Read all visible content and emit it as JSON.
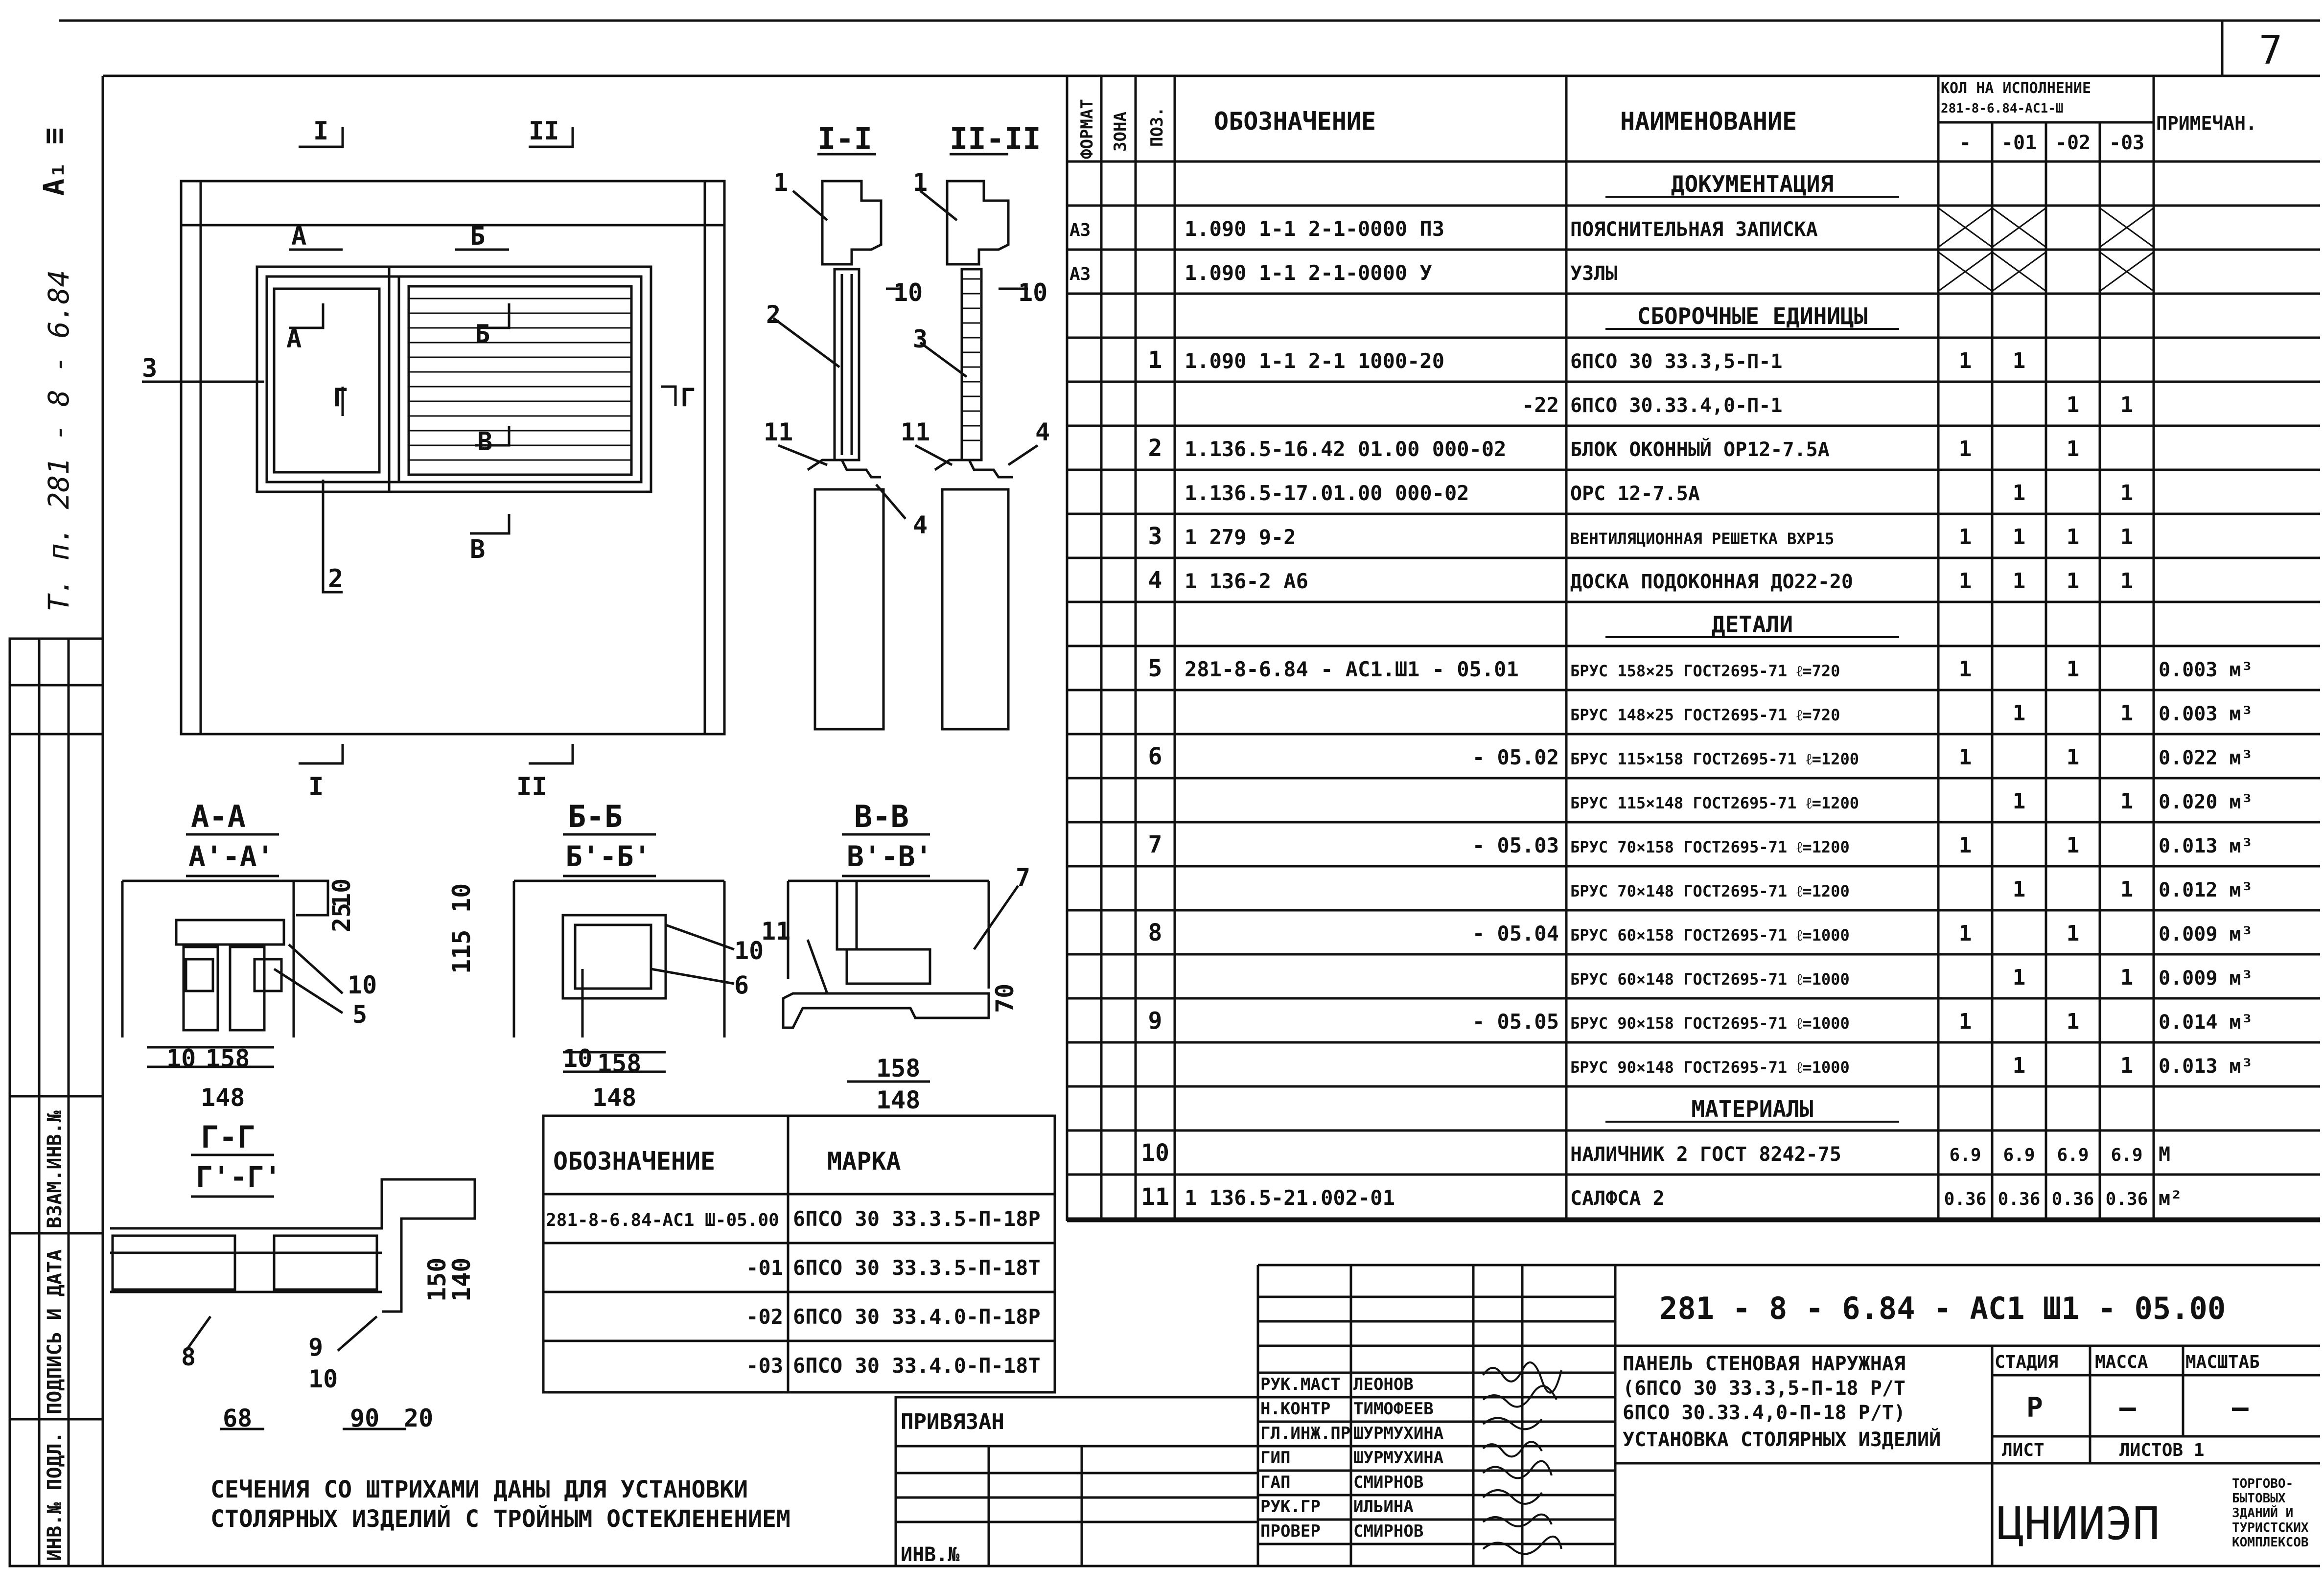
{
  "sheet_number": "7",
  "format_mark": "А₁ ≡",
  "album_code": "Т. п. 281 - 8 - 6.84",
  "drawing": {
    "section_marks": {
      "s1": "I",
      "s2": "II"
    },
    "facade_letters": {
      "a": "А",
      "b": "Б",
      "v": "В",
      "g": "Г"
    },
    "facade_callouts": {
      "c3": "3",
      "c2": "2"
    },
    "section_I_title": "I-I",
    "section_II_title": "II-II",
    "section_callouts": {
      "n1": "1",
      "n2": "2",
      "n3": "3",
      "n4": "4",
      "n10": "10",
      "n11": "11"
    },
    "aa_title": "А-А",
    "aa_sub": "А'-А'",
    "bb_title": "Б-Б",
    "bb_sub": "Б'-Б'",
    "vv_title": "В-В",
    "vv_sub": "В'-В'",
    "gg_title": "Г-Г",
    "gg_sub": "Г'-Г'",
    "dims": {
      "d10": "10",
      "d158": "158",
      "d148": "148",
      "d25": "25",
      "d115": "115",
      "d150": "150",
      "d140": "140",
      "d68": "68",
      "d90": "90",
      "d20": "20",
      "d70": "70"
    },
    "detail_callouts": {
      "n5": "5",
      "n6": "6",
      "n7": "7",
      "n8": "8",
      "n9": "9",
      "n10": "10",
      "n11": "11"
    },
    "note": [
      "СЕЧЕНИЯ СО ШТРИХАМИ ДАНЫ ДЛЯ УСТАНОВКИ",
      "СТОЛЯРНЫХ ИЗДЕЛИЙ С ТРОЙНЫМ ОСТЕКЛЕНЕНИЕМ"
    ]
  },
  "marks_table": {
    "headers": [
      "ОБОЗНАЧЕНИЕ",
      "МАРКА"
    ],
    "rows": [
      [
        "281-8-6.84-АС1 Ш-05.00",
        "6ПСО 30 33.3.5-П-18Р"
      ],
      [
        "-01",
        "6ПСО 30 33.3.5-П-18Т"
      ],
      [
        "-02",
        "6ПСО 30 33.4.0-П-18Р"
      ],
      [
        "-03",
        "6ПСО 30 33.4.0-П-18Т"
      ]
    ]
  },
  "spec": {
    "headers": {
      "format": "ФОРМАТ",
      "zone": "ЗОНА",
      "pos": "ПОЗ.",
      "designation": "ОБОЗНАЧЕНИЕ",
      "name": "НАИМЕНОВАНИЕ",
      "qty": "КОЛ НА ИСПОЛНЕНИЕ",
      "qty_doc": "281-8-6.84-АС1-Ш",
      "variants": [
        "-",
        "-01",
        "-02",
        "-03"
      ],
      "note": "ПРИМЕЧАН."
    },
    "rows": [
      {
        "kind": "section",
        "name": "ДОКУМЕНТАЦИЯ"
      },
      {
        "fmt": "А3",
        "pos": "",
        "des": "1.090 1-1 2-1-0000 ПЗ",
        "name": "ПОЯСНИТЕЛЬНАЯ ЗАПИСКА",
        "q": [
          "X",
          "X",
          "",
          "X"
        ],
        "note": ""
      },
      {
        "fmt": "А3",
        "pos": "",
        "des": "1.090 1-1 2-1-0000 У",
        "name": "УЗЛЫ",
        "q": [
          "X",
          "X",
          "",
          "X"
        ],
        "note": ""
      },
      {
        "kind": "section",
        "name": "СБОРОЧНЫЕ ЕДИНИЦЫ"
      },
      {
        "fmt": "",
        "pos": "1",
        "des": "1.090 1-1 2-1 1000-20",
        "name": "6ПСО 30 33.3,5-П-1",
        "q": [
          "1",
          "1",
          "",
          ""
        ],
        "note": ""
      },
      {
        "fmt": "",
        "pos": "",
        "des": "-22",
        "name": "6ПСО 30.33.4,0-П-1",
        "q": [
          "",
          "",
          "1",
          "1"
        ],
        "note": ""
      },
      {
        "fmt": "",
        "pos": "2",
        "des": "1.136.5-16.42 01.00 000-02",
        "name": "БЛОК ОКОННЫЙ ОР12-7.5А",
        "q": [
          "1",
          "",
          "1",
          ""
        ],
        "note": ""
      },
      {
        "fmt": "",
        "pos": "",
        "des": "1.136.5-17.01.00 000-02",
        "name": "ОРС 12-7.5А",
        "q": [
          "",
          "1",
          "",
          "1"
        ],
        "note": ""
      },
      {
        "fmt": "",
        "pos": "3",
        "des": "1 279 9-2",
        "name": "ВЕНТИЛЯЦИОННАЯ РЕШЕТКА ВХР15",
        "q": [
          "1",
          "1",
          "1",
          "1"
        ],
        "note": ""
      },
      {
        "fmt": "",
        "pos": "4",
        "des": "1 136-2 А6",
        "name": "ДОСКА ПОДОКОННАЯ ДО22-20",
        "q": [
          "1",
          "1",
          "1",
          "1"
        ],
        "note": ""
      },
      {
        "kind": "section",
        "name": "ДЕТАЛИ"
      },
      {
        "fmt": "",
        "pos": "5",
        "des": "281-8-6.84 - АС1.Ш1 - 05.01",
        "name": "БРУС 158×25 ГОСТ2695-71 ℓ=720",
        "q": [
          "1",
          "",
          "1",
          ""
        ],
        "note": "0.003 м³"
      },
      {
        "fmt": "",
        "pos": "",
        "des": "",
        "name": "БРУС 148×25 ГОСТ2695-71 ℓ=720",
        "q": [
          "",
          "1",
          "",
          "1"
        ],
        "note": "0.003 м³"
      },
      {
        "fmt": "",
        "pos": "6",
        "des": "- 05.02",
        "name": "БРУС 115×158 ГОСТ2695-71 ℓ=1200",
        "q": [
          "1",
          "",
          "1",
          ""
        ],
        "note": "0.022 м³"
      },
      {
        "fmt": "",
        "pos": "",
        "des": "",
        "name": "БРУС 115×148 ГОСТ2695-71 ℓ=1200",
        "q": [
          "",
          "1",
          "",
          "1"
        ],
        "note": "0.020 м³"
      },
      {
        "fmt": "",
        "pos": "7",
        "des": "- 05.03",
        "name": "БРУС 70×158 ГОСТ2695-71 ℓ=1200",
        "q": [
          "1",
          "",
          "1",
          ""
        ],
        "note": "0.013 м³"
      },
      {
        "fmt": "",
        "pos": "",
        "des": "",
        "name": "БРУС 70×148 ГОСТ2695-71 ℓ=1200",
        "q": [
          "",
          "1",
          "",
          "1"
        ],
        "note": "0.012 м³"
      },
      {
        "fmt": "",
        "pos": "8",
        "des": "- 05.04",
        "name": "БРУС 60×158 ГОСТ2695-71 ℓ=1000",
        "q": [
          "1",
          "",
          "1",
          ""
        ],
        "note": "0.009 м³"
      },
      {
        "fmt": "",
        "pos": "",
        "des": "",
        "name": "БРУС 60×148 ГОСТ2695-71 ℓ=1000",
        "q": [
          "",
          "1",
          "",
          "1"
        ],
        "note": "0.009 м³"
      },
      {
        "fmt": "",
        "pos": "9",
        "des": "- 05.05",
        "name": "БРУС 90×158 ГОСТ2695-71 ℓ=1000",
        "q": [
          "1",
          "",
          "1",
          ""
        ],
        "note": "0.014 м³"
      },
      {
        "fmt": "",
        "pos": "",
        "des": "",
        "name": "БРУС 90×148 ГОСТ2695-71 ℓ=1000",
        "q": [
          "",
          "1",
          "",
          "1"
        ],
        "note": "0.013 м³"
      },
      {
        "kind": "section",
        "name": "МАТЕРИАЛЫ"
      },
      {
        "fmt": "",
        "pos": "10",
        "des": "",
        "name": "НАЛИЧНИК 2 ГОСТ 8242-75",
        "q": [
          "6.9",
          "6.9",
          "6.9",
          "6.9"
        ],
        "note": "М"
      },
      {
        "fmt": "",
        "pos": "11",
        "des": "1 136.5-21.002-01",
        "name": "САЛФСА 2",
        "q": [
          "0.36",
          "0.36",
          "0.36",
          "0.36"
        ],
        "note": "м²"
      }
    ]
  },
  "title_block": {
    "doc_code": "281 - 8 - 6.84 - АС1 Ш1 - 05.00",
    "title_lines": [
      "ПАНЕЛЬ СТЕНОВАЯ НАРУЖНАЯ",
      "(6ПСО 30 33.3,5-П-18 Р/Т",
      "6ПСО 30.33.4,0-П-18 Р/Т)",
      "УСТАНОВКА СТОЛЯРНЫХ ИЗДЕЛИЙ"
    ],
    "col_headers": {
      "stage": "СТАДИЯ",
      "mass": "МАССА",
      "scale": "МАСШТАБ"
    },
    "stage": "Р",
    "mass": "—",
    "scale": "—",
    "sheet_label": "ЛИСТ",
    "sheets_label": "ЛИСТОВ 1",
    "org": "ЦНИИЭП",
    "org_sub": [
      "ТОРГОВО-",
      "БЫТОВЫХ",
      "ЗДАНИЙ И",
      "ТУРИСТСКИХ",
      "КОМПЛЕКСОВ"
    ],
    "signatures": [
      {
        "role": "РУК.МАСТ",
        "name": "ЛЕОНОВ"
      },
      {
        "role": "Н.КОНТР",
        "name": "ТИМОФЕЕВ"
      },
      {
        "role": "ГЛ.ИНЖ.ПР",
        "name": "ШУРМУХИНА"
      },
      {
        "role": "ГИП",
        "name": "ШУРМУХИНА"
      },
      {
        "role": "ГАП",
        "name": "СМИРНОВ"
      },
      {
        "role": "РУК.ГР",
        "name": "ИЛЬИНА"
      },
      {
        "role": "ПРОВЕР",
        "name": "СМИРНОВ"
      }
    ],
    "bound_label": "ПРИВЯЗАН",
    "inv_label": "ИНВ.№"
  },
  "side_stamp": {
    "inv_orig": "ИНВ.№ ПОДЛ.",
    "sign_date": "ПОДПИСЬ И ДАТА",
    "replace_inv": "ВЗАМ.ИНВ.№"
  }
}
